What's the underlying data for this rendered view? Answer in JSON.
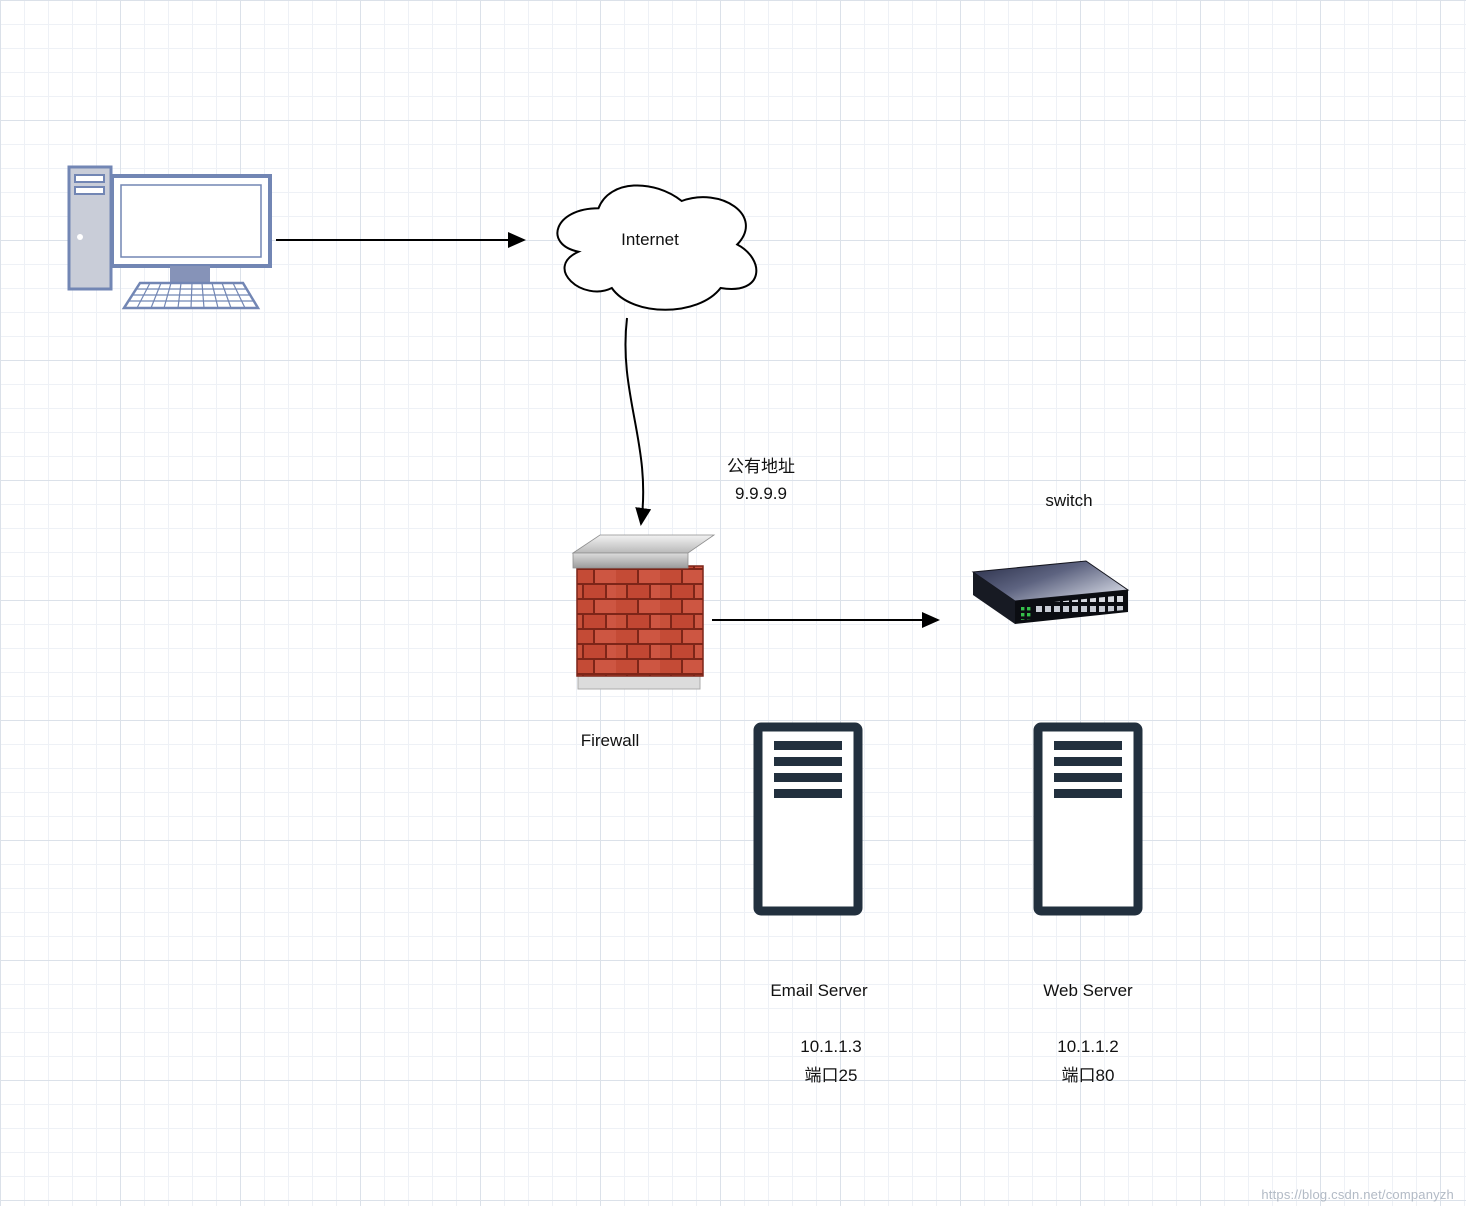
{
  "diagram": {
    "internet": {
      "label": "Internet"
    },
    "annotation": {
      "line1": "公有地址",
      "line2": "9.9.9.9"
    },
    "switch": {
      "label": "switch"
    },
    "firewall": {
      "label": "Firewall"
    },
    "email_server": {
      "name": "Email Server",
      "ip": "10.1.1.3",
      "port": "端口25"
    },
    "web_server": {
      "name": "Web Server",
      "ip": "10.1.1.2",
      "port": "端口80"
    }
  },
  "watermark": "https://blog.csdn.net/companyzh",
  "colors": {
    "brick_red": "#c44b36",
    "mortar_dark_red": "#7d2518",
    "server_navy": "#22303e",
    "computer_blue": "#7286b4",
    "led_green": "#35c04a",
    "arrow_black": "#000000"
  }
}
